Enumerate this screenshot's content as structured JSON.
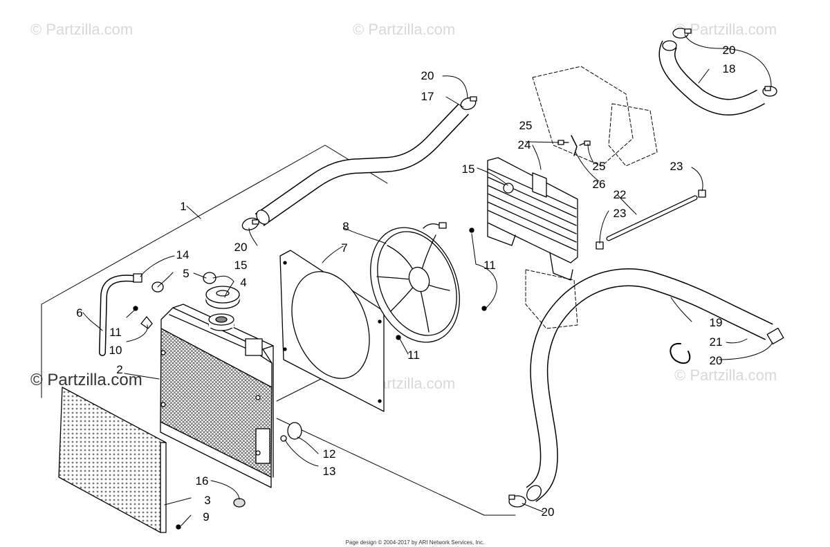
{
  "watermarks": [
    "© Partzilla.com",
    "© Partzilla.com",
    "© Partzilla.com",
    "© Partzilla.com",
    "© Partzilla.com",
    "© Partzilla.com"
  ],
  "callouts": {
    "c1": "1",
    "c2": "2",
    "c3": "3",
    "c4": "4",
    "c5": "5",
    "c6": "6",
    "c7": "7",
    "c8": "8",
    "c9": "9",
    "c10": "10",
    "c11a": "11",
    "c11b": "11",
    "c11c": "11",
    "c12": "12",
    "c13": "13",
    "c14": "14",
    "c15a": "15",
    "c15b": "15",
    "c16": "16",
    "c17": "17",
    "c18": "18",
    "c19": "19",
    "c20a": "20",
    "c20b": "20",
    "c20c": "20",
    "c20d": "20",
    "c20e": "20",
    "c21": "21",
    "c22": "22",
    "c23a": "23",
    "c23b": "23",
    "c24": "24",
    "c25a": "25",
    "c25b": "25",
    "c26": "26"
  },
  "footer": "Page design © 2004-2017 by ARI Network Services, Inc."
}
